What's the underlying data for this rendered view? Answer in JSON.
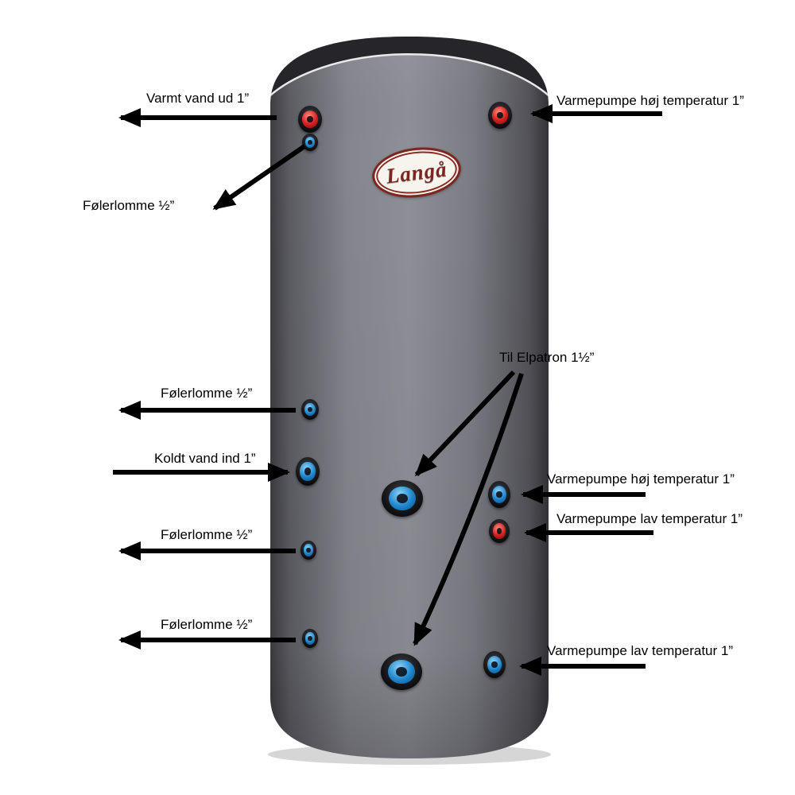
{
  "logo": {
    "text": "Langå"
  },
  "annotations": {
    "varmt_vand_ud": "Varmt vand ud 1”",
    "vp_hoj_top": "Varmepumpe høj temperatur 1”",
    "folerlomme_top": "Følerlomme ½”",
    "til_elpatron": "Til Elpatron 1½”",
    "folerlomme_mid1": "Følerlomme ½”",
    "koldt_vand_ind": "Koldt vand ind 1”",
    "vp_hoj_mid": "Varmepumpe høj temperatur 1”",
    "vp_lav_mid": "Varmepumpe lav temperatur 1”",
    "folerlomme_mid2": "Følerlomme ½”",
    "folerlomme_low": "Følerlomme ½”",
    "vp_lav_low": "Varmepumpe lav temperatur 1”"
  },
  "colors": {
    "hot": "#d21f1f",
    "cold": "#1e86cc",
    "tank": "#8f8f97",
    "arrow": "#000000"
  }
}
